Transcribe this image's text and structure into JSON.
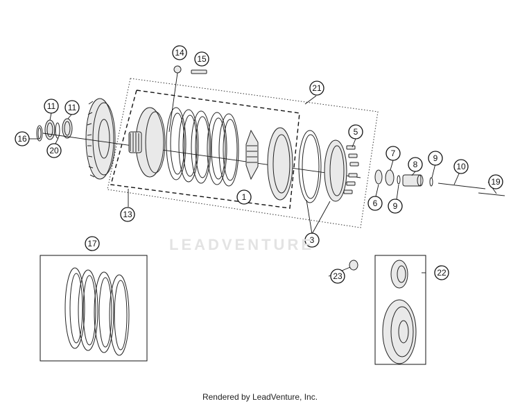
{
  "watermark": "LEADVENTURE",
  "footer": "Rendered by LeadVenture, Inc.",
  "callouts": {
    "c1": "1",
    "c3": "3",
    "c5": "5",
    "c6": "6",
    "c7": "7",
    "c8": "8",
    "c9a": "9",
    "c9b": "9",
    "c10": "10",
    "c11a": "11",
    "c11b": "11",
    "c13": "13",
    "c14": "14",
    "c15": "15",
    "c16": "16",
    "c17": "17",
    "c19": "19",
    "c20": "20",
    "c21": "21",
    "c22": "22",
    "c23": "23"
  }
}
